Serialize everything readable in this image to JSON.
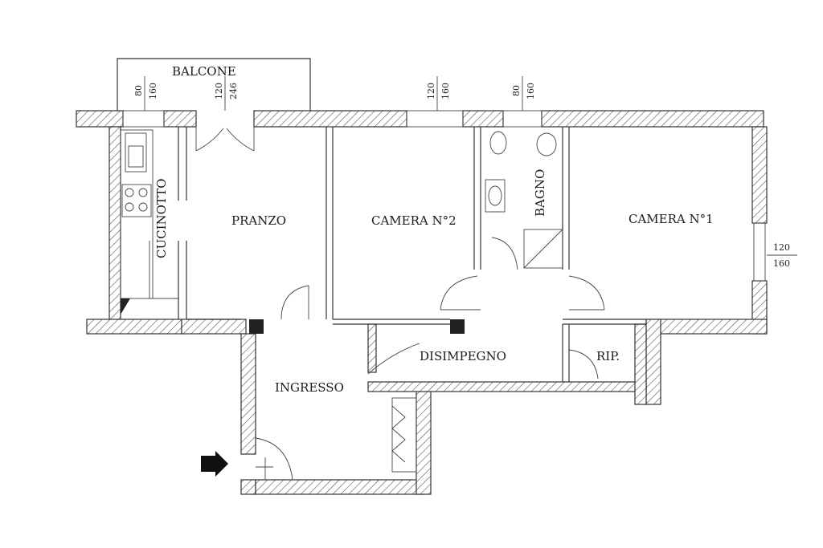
{
  "plan": {
    "rooms": {
      "balcone": "BALCONE",
      "pranzo": "PRANZO",
      "camera2": "CAMERA N°2",
      "camera1": "CAMERA N°1",
      "bagno": "BAGNO",
      "cucinotto": "CUCINOTTO",
      "disimpegno": "DISIMPEGNO",
      "ingresso": "INGRESSO",
      "rip": "RIP."
    },
    "window_dims": {
      "cucinotto_w": "80",
      "cucinotto_h": "160",
      "pranzo_w": "120",
      "pranzo_h": "246",
      "camera2_w": "120",
      "camera2_h": "160",
      "bagno_w": "80",
      "bagno_h": "160",
      "camera1_w": "120",
      "camera1_h": "160"
    },
    "entrance_marker": "entrance-arrow-icon"
  }
}
